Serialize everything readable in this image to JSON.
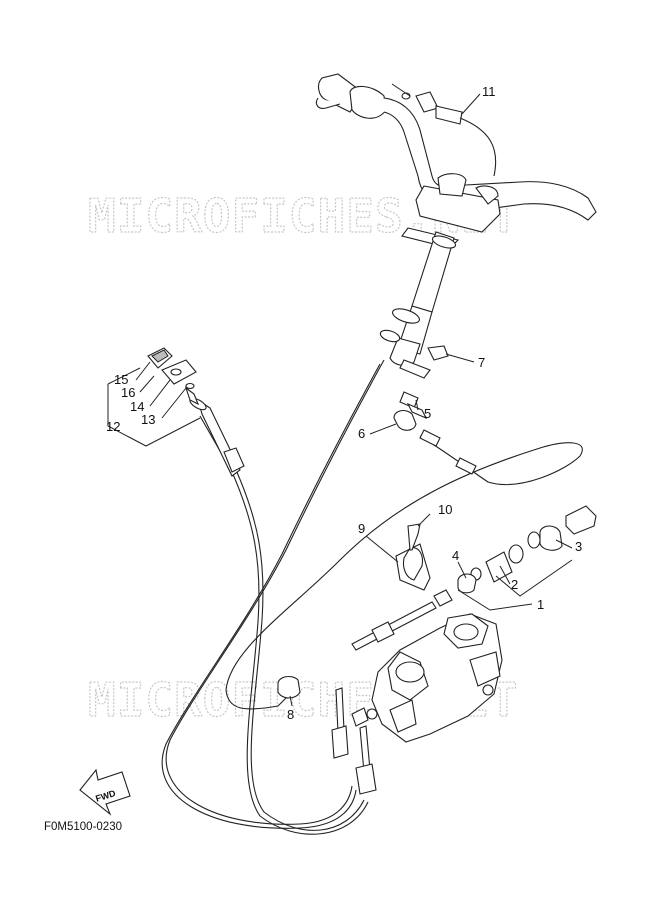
{
  "watermarks": [
    "MICROFICHES.NET",
    "MICROFICHES.NET"
  ],
  "diagram_code": "F0M5100-0230",
  "fwd_label": "FWD",
  "callouts": [
    "1",
    "2",
    "3",
    "4",
    "5",
    "6",
    "7",
    "8",
    "9",
    "10",
    "11",
    "12",
    "13",
    "14",
    "15",
    "16"
  ]
}
